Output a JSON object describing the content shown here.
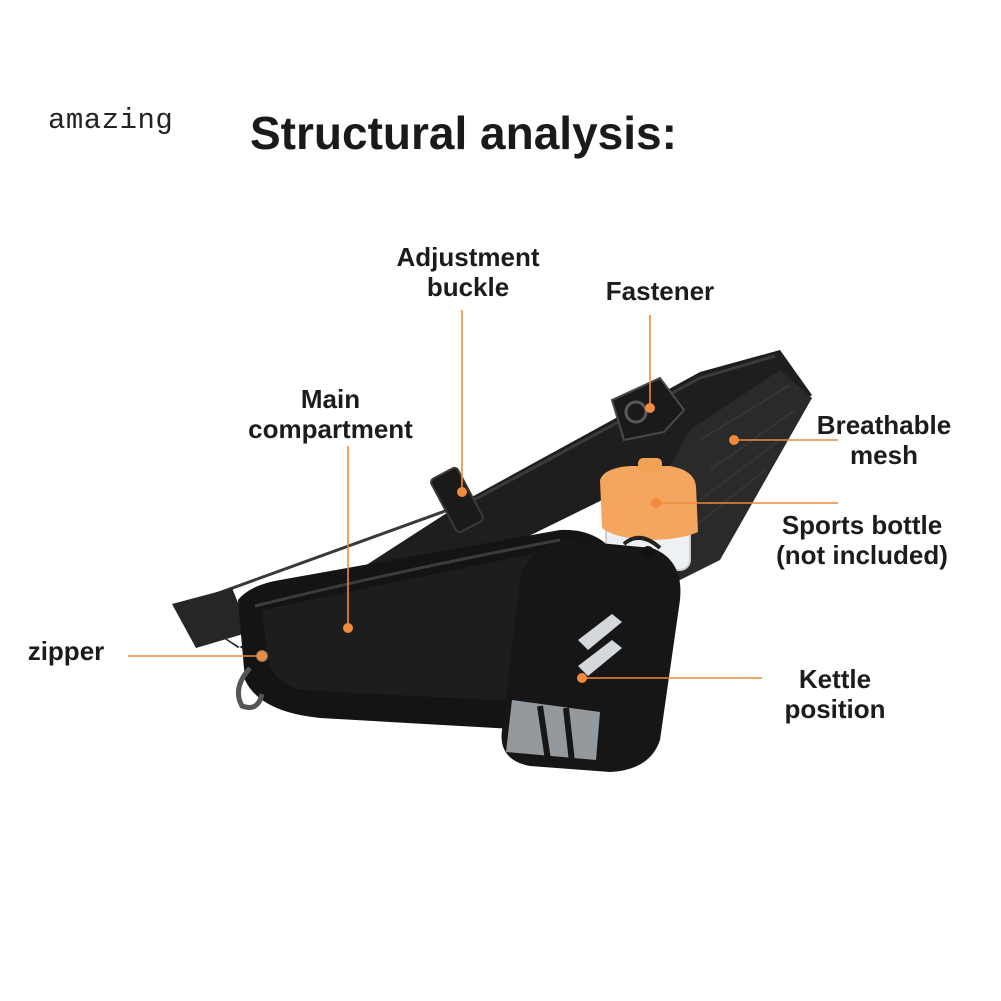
{
  "brand": "amazing",
  "title": "Structural analysis:",
  "colors": {
    "accent": "#f08a3c",
    "bag": "#151515",
    "bottle_cap": "#f4a65e",
    "background": "#ffffff"
  },
  "labels": {
    "adjustment_buckle": [
      "Adjustment",
      "buckle"
    ],
    "fastener": [
      "Fastener"
    ],
    "main_compartment": [
      "Main",
      "compartment"
    ],
    "breathable_mesh": [
      "Breathable",
      "mesh"
    ],
    "sports_bottle": [
      "Sports bottle",
      "(not included)"
    ],
    "zipper": [
      "zipper"
    ],
    "kettle_position": [
      "Kettle",
      "position"
    ]
  }
}
